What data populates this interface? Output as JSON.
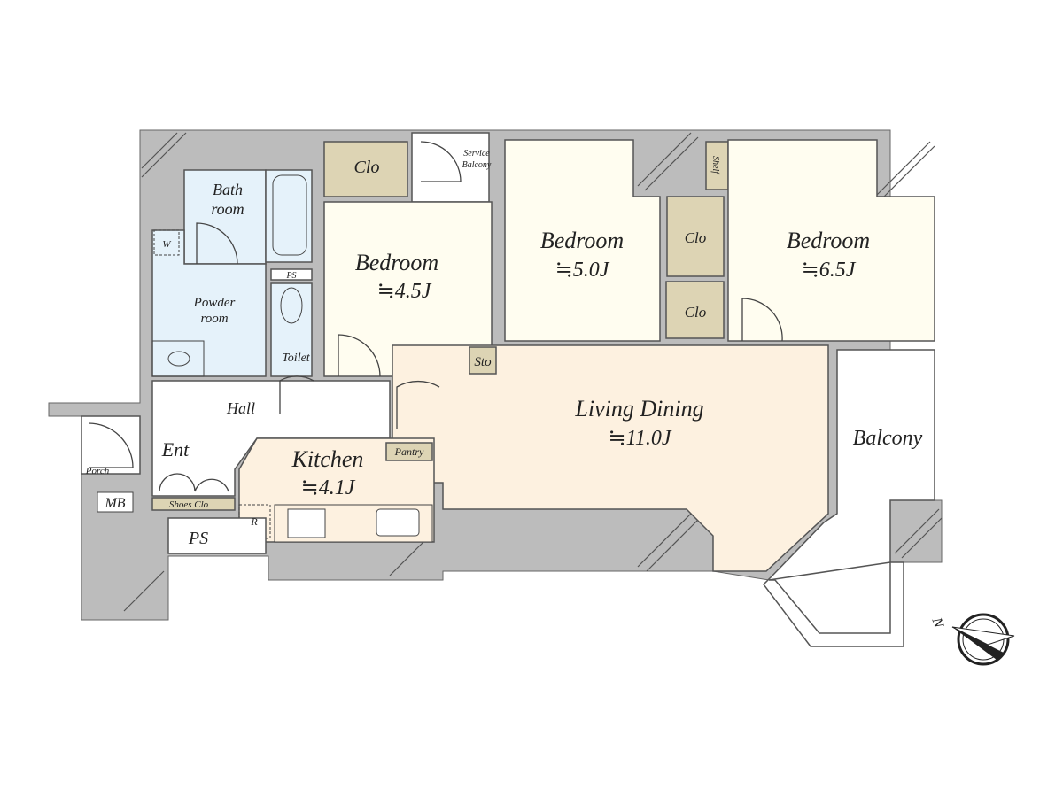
{
  "plan": {
    "rooms": {
      "bath": "Bath",
      "bath2": "room",
      "powder": "Powder",
      "powder2": "room",
      "toilet": "Toilet",
      "ps_small": "PS",
      "clo_top": "Clo",
      "service": "Service",
      "service2": "Balcony",
      "bed1": "Bedroom",
      "bed1_size": "≒4.5J",
      "bed2": "Bedroom",
      "bed2_size": "≒5.0J",
      "bed3": "Bedroom",
      "bed3_size": "≒6.5J",
      "clo_a": "Clo",
      "clo_b": "Clo",
      "shelf": "Shelf",
      "sto": "Sto",
      "hall": "Hall",
      "ent": "Ent",
      "porch": "Porch",
      "mb": "MB",
      "shoes": "Shoes Clo",
      "ps": "PS",
      "kitchen": "Kitchen",
      "kitchen_size": "≒4.1J",
      "pantry": "Pantry",
      "fridge": "R",
      "washer": "W",
      "living": "Living Dining",
      "living_size": "≒11.0J",
      "balcony": "Balcony"
    },
    "compass": "N",
    "colors": {
      "wall": "#bcbcbc",
      "bedroom": "#fffdf0",
      "living": "#fdf1e0",
      "wet": "#e5f2fa",
      "closet": "#ddd4b4"
    }
  }
}
